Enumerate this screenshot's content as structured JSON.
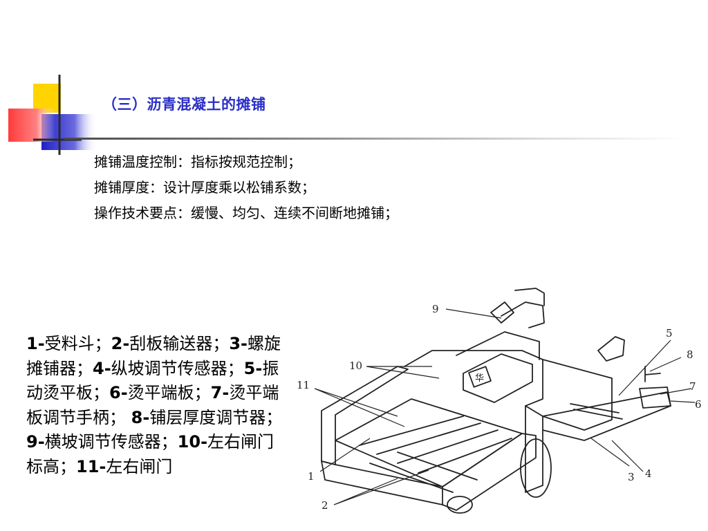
{
  "slide": {
    "title": "（三）沥青混凝土的摊铺",
    "bullets": [
      "摊铺温度控制：指标按规范控制；",
      "摊铺厚度：设计厚度乘以松铺系数；",
      "操作技术要点：缓慢、均匀、连续不间断地摊铺；"
    ],
    "legend": [
      {
        "num": "1-",
        "text": "受料斗；"
      },
      {
        "num": "2-",
        "text": "刮板输送器；"
      },
      {
        "num": "3-",
        "text": "螺旋摊铺器；"
      },
      {
        "num": "4-",
        "text": "纵坡调节传感器；"
      },
      {
        "num": "5-",
        "text": "振动烫平板；"
      },
      {
        "num": "6-",
        "text": "烫平端板；"
      },
      {
        "num": "7-",
        "text": "烫平端板调节手柄；"
      },
      {
        "num": "8-",
        "text": "铺层厚度调节器；"
      },
      {
        "num": "9-",
        "text": "横坡调节传感器；"
      },
      {
        "num": "10-",
        "text": "左右闸门标高；"
      },
      {
        "num": "11-",
        "text": "左右闸门"
      }
    ]
  },
  "diagram": {
    "callouts": [
      "1",
      "2",
      "3",
      "4",
      "5",
      "6",
      "7",
      "8",
      "9",
      "10",
      "11"
    ],
    "stamp_char": "华"
  },
  "colors": {
    "title": "#2a2ec6",
    "deco_yellow": "#ffd400",
    "deco_blue": "#2b2bd0",
    "deco_red": "#ff4b4b"
  }
}
